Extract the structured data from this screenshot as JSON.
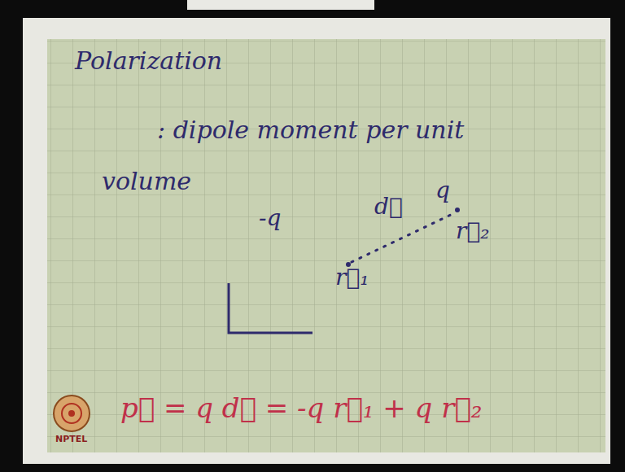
{
  "diagram": {
    "title": "Polarization",
    "labels": [
      ": dipole moment per unit volume",
      "d⃗",
      "q",
      "r⃗₂",
      "-q",
      "r⃗₁",
      "p⃗ = q d⃗ = -q r⃗₁ + q r⃗₂",
      "NPTEL"
    ]
  }
}
